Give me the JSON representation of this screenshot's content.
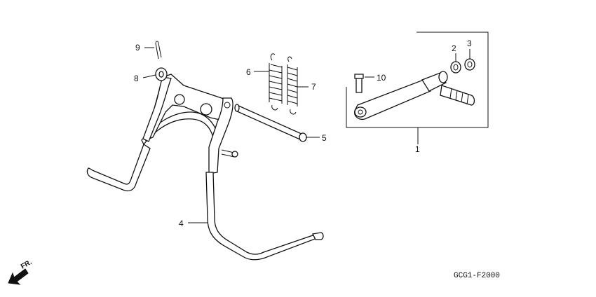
{
  "callouts": {
    "c1": "1",
    "c2": "2",
    "c3": "3",
    "c4": "4",
    "c5": "5",
    "c6": "6",
    "c7": "7",
    "c8": "8",
    "c9": "9",
    "c10": "10"
  },
  "direction_label": "FR.",
  "diagram_code": "GCG1-F2000"
}
